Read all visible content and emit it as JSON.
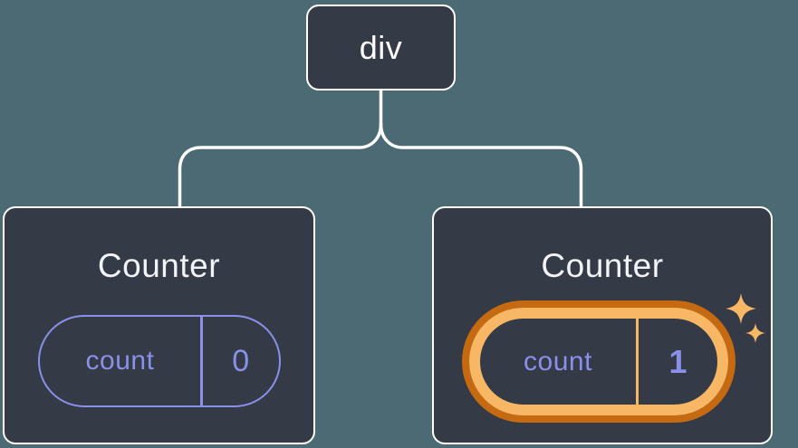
{
  "diagram": {
    "background": "#4C6A73",
    "node_fill": "#343A46",
    "node_border": "#FFFFFF",
    "connector_color": "#FFFFFF",
    "state_color": "#8A90E8",
    "highlight": {
      "light": "#F8B765",
      "dark": "#C56A11",
      "icon": "sparkles-icon"
    },
    "root": {
      "label": "div"
    },
    "children": [
      {
        "title": "Counter",
        "state_key": "count",
        "state_value": "0",
        "highlighted": false
      },
      {
        "title": "Counter",
        "state_key": "count",
        "state_value": "1",
        "highlighted": true
      }
    ]
  }
}
